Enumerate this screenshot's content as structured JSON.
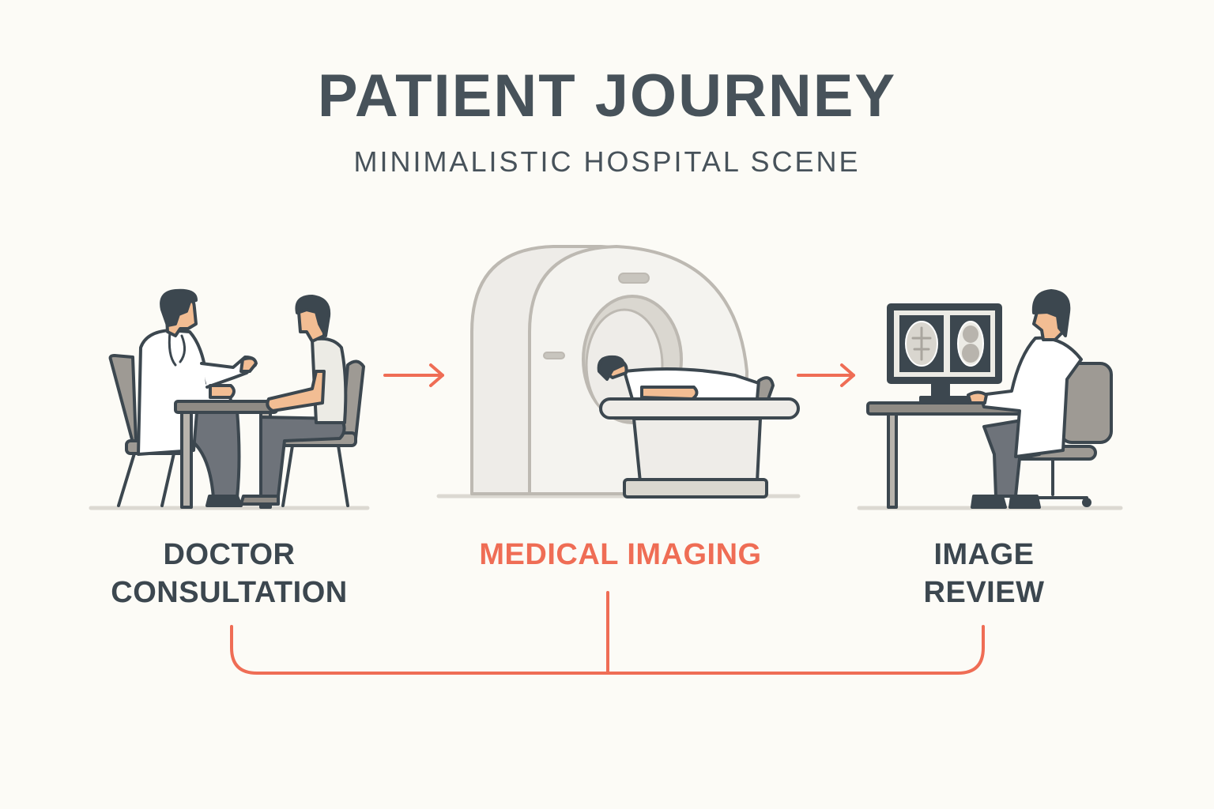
{
  "header": {
    "title": "PATIENT JOURNEY",
    "subtitle": "MINIMALISTIC HOSPITAL SCENE"
  },
  "colors": {
    "accent": "#ef6d55",
    "text": "#47525a",
    "outline": "#3c474f",
    "skin": "#f2bd93",
    "background": "#fcfbf6",
    "furniture": "#9e9a94",
    "machine": "#eeece8"
  },
  "steps": [
    {
      "label_line1": "DOCTOR",
      "label_line2": "CONSULTATION",
      "highlighted": false,
      "icon": "doctor-consultation-illustration"
    },
    {
      "label_line1": "MEDICAL IMAGING",
      "label_line2": "",
      "highlighted": true,
      "icon": "mri-scanner-illustration"
    },
    {
      "label_line1": "IMAGE",
      "label_line2": "REVIEW",
      "highlighted": false,
      "icon": "image-review-illustration"
    }
  ],
  "connectors": [
    "arrow-right",
    "arrow-right"
  ]
}
